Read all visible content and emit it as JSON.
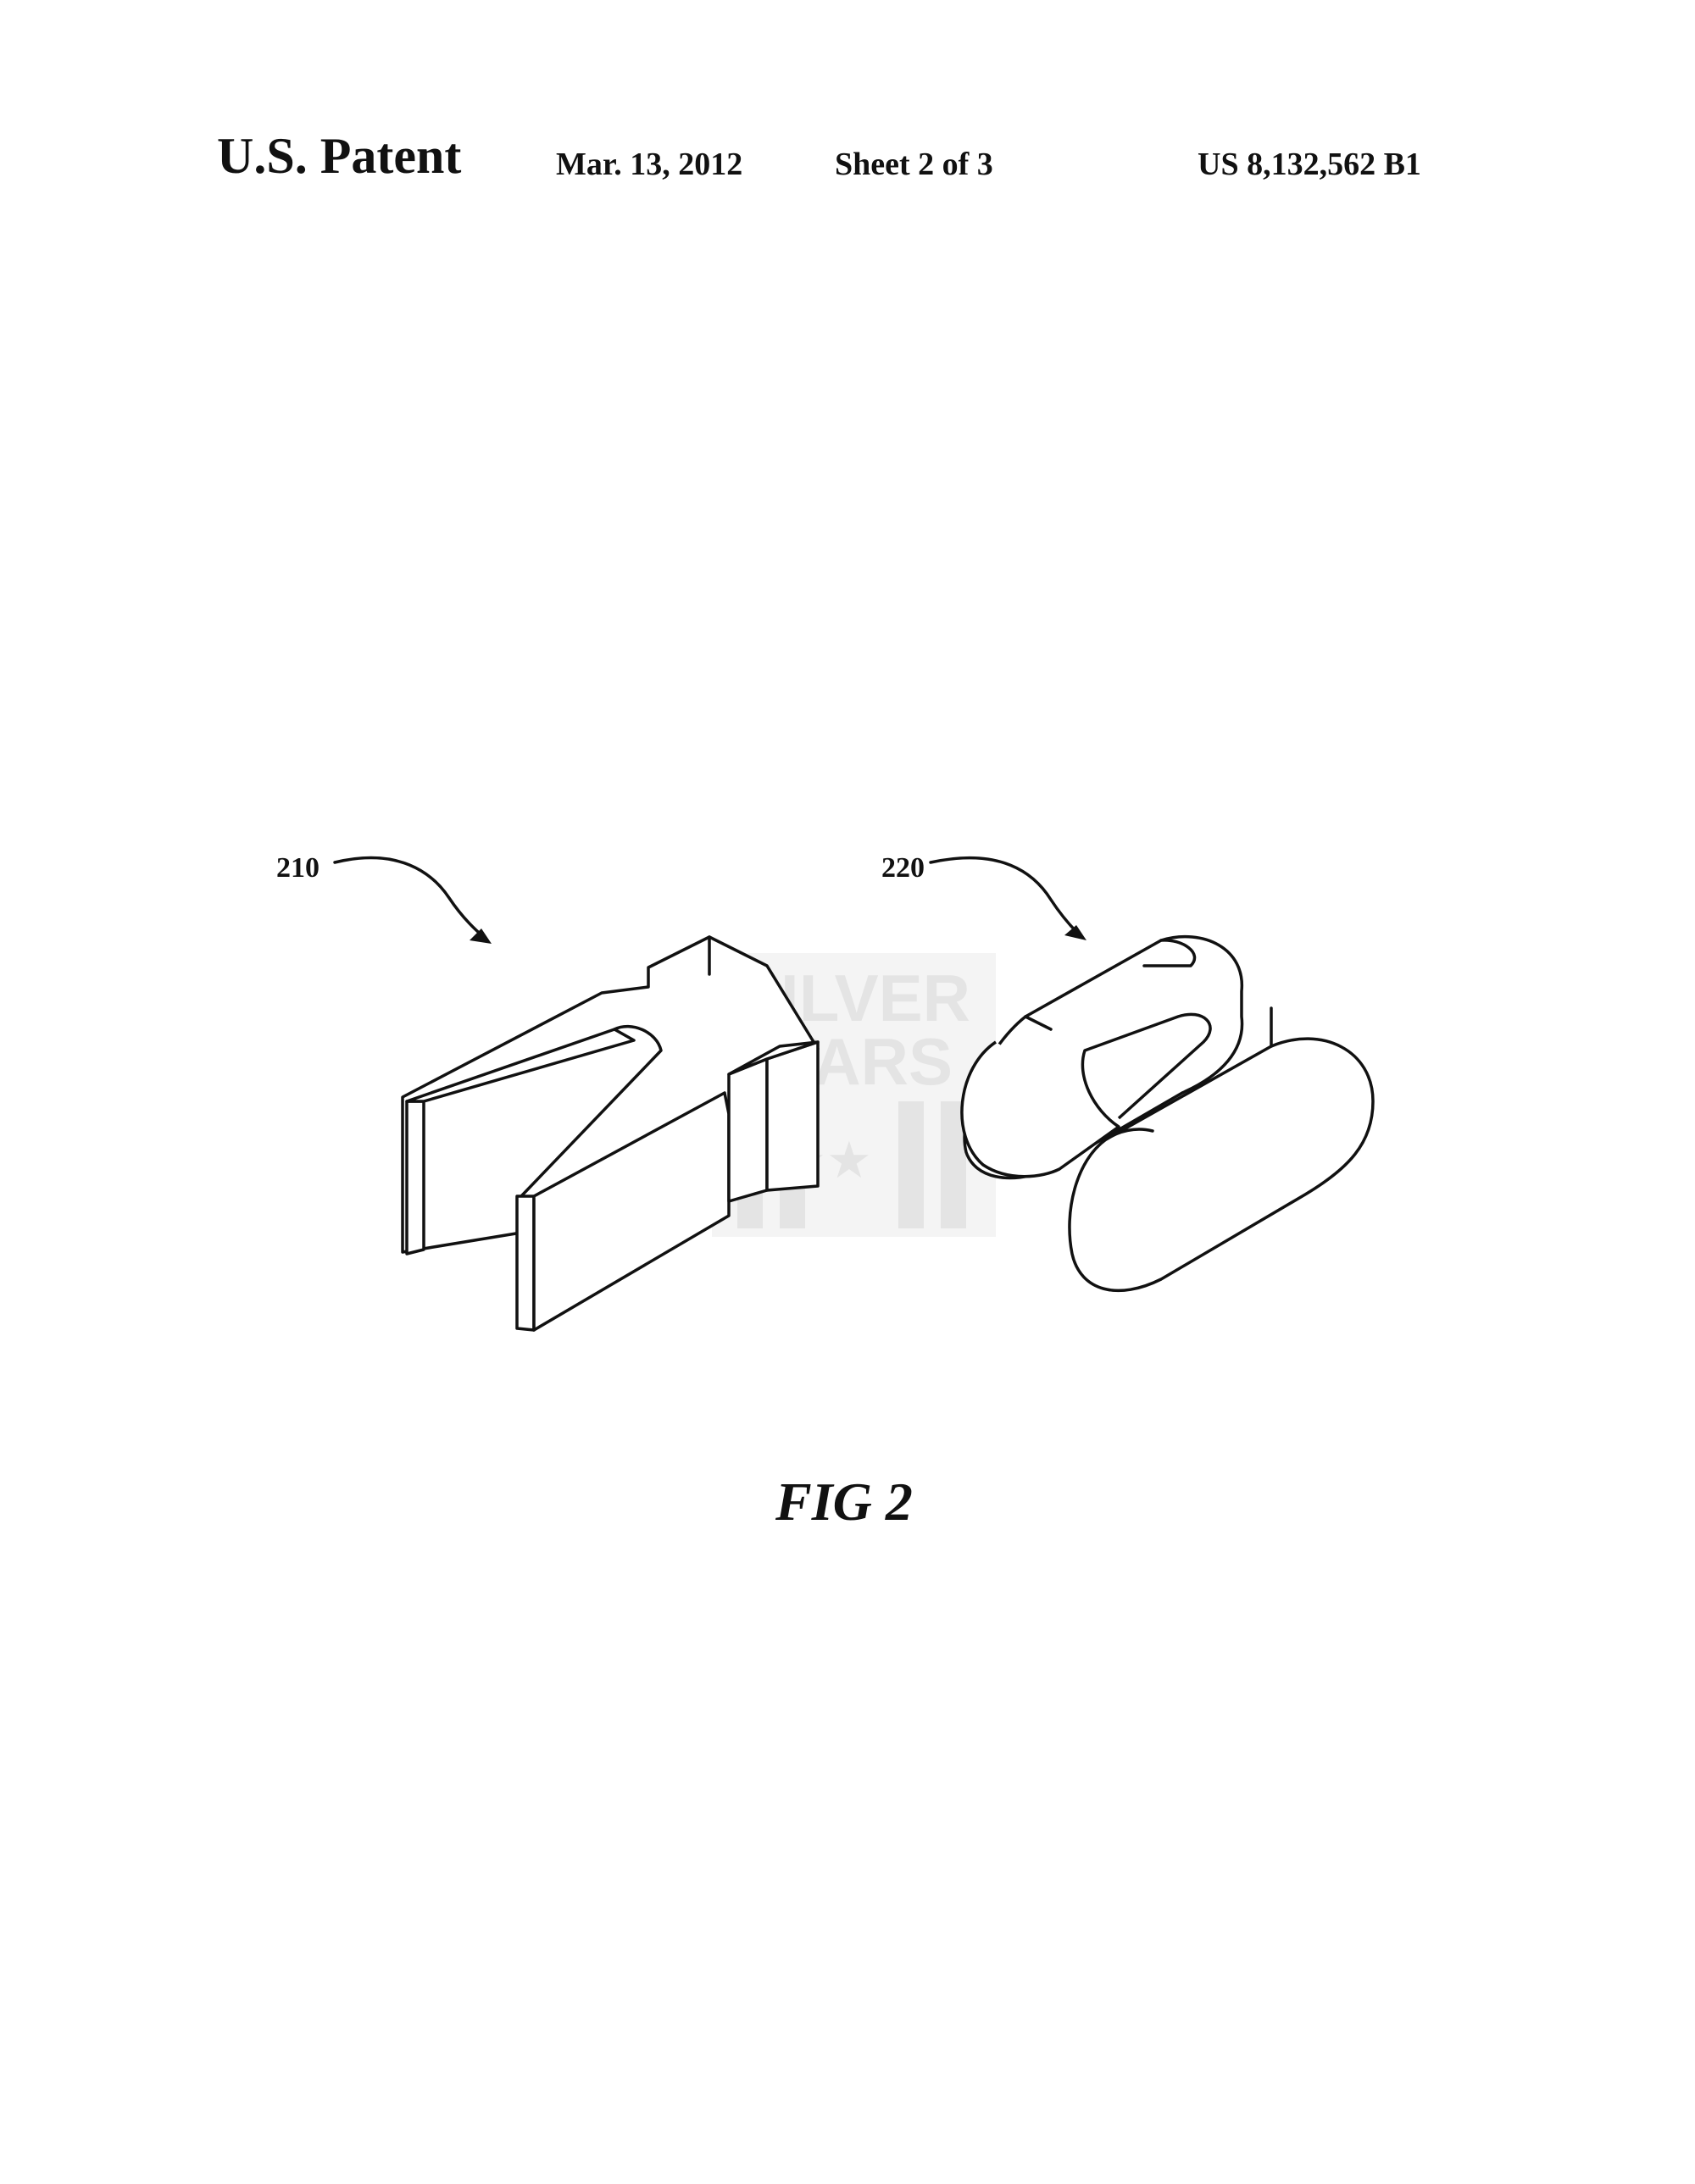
{
  "header": {
    "title": "U.S. Patent",
    "date": "Mar. 13, 2012",
    "sheet": "Sheet 2 of 3",
    "patent_number": "US 8,132,562 B1"
  },
  "figure": {
    "caption": "FIG 2",
    "reference_labels": [
      "210",
      "220"
    ]
  },
  "watermark": {
    "line1": "SILVER",
    "line2": "WARS"
  },
  "colors": {
    "ink": "#111111",
    "paper": "#ffffff",
    "watermark": "#e4e4e4"
  }
}
